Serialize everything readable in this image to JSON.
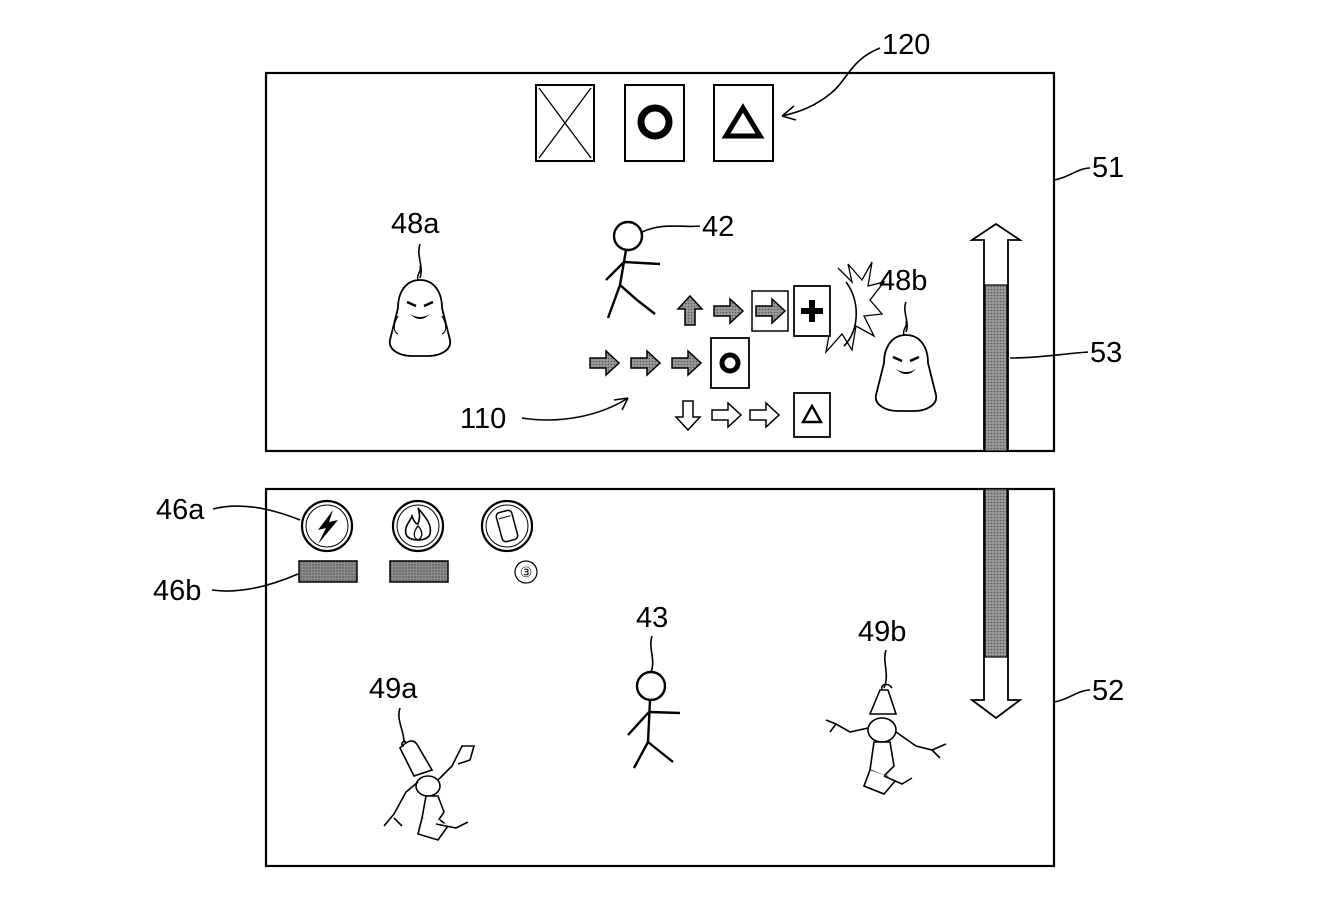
{
  "figure": {
    "upper_screen": {
      "ref": "51",
      "command_panel": {
        "ref": "120",
        "buttons": [
          {
            "symbol": "cross-box-icon"
          },
          {
            "symbol": "circle-icon"
          },
          {
            "symbol": "triangle-icon"
          }
        ]
      },
      "player_character": {
        "ref": "42"
      },
      "enemy_a": {
        "ref": "48a"
      },
      "enemy_b": {
        "ref": "48b"
      },
      "input_sequence": {
        "ref": "110",
        "rows": [
          {
            "arrows": [
              "up",
              "right",
              "right"
            ],
            "end": "plus-icon",
            "style": "shaded"
          },
          {
            "arrows": [
              "right",
              "right",
              "right"
            ],
            "end": "circle-icon",
            "style": "shaded"
          },
          {
            "arrows": [
              "down",
              "right",
              "right"
            ],
            "end": "triangle-icon",
            "style": "outline"
          }
        ]
      }
    },
    "lower_screen": {
      "ref": "52",
      "skill_icons": {
        "ref": "46a",
        "items": [
          {
            "icon": "lightning-icon"
          },
          {
            "icon": "flame-icon"
          },
          {
            "icon": "canister-icon",
            "count": "③"
          }
        ]
      },
      "skill_gauges": {
        "ref": "46b"
      },
      "player_character": {
        "ref": "43"
      },
      "enemy_a": {
        "ref": "49a"
      },
      "enemy_b": {
        "ref": "49b"
      }
    },
    "shared_gauge": {
      "ref": "53"
    }
  }
}
